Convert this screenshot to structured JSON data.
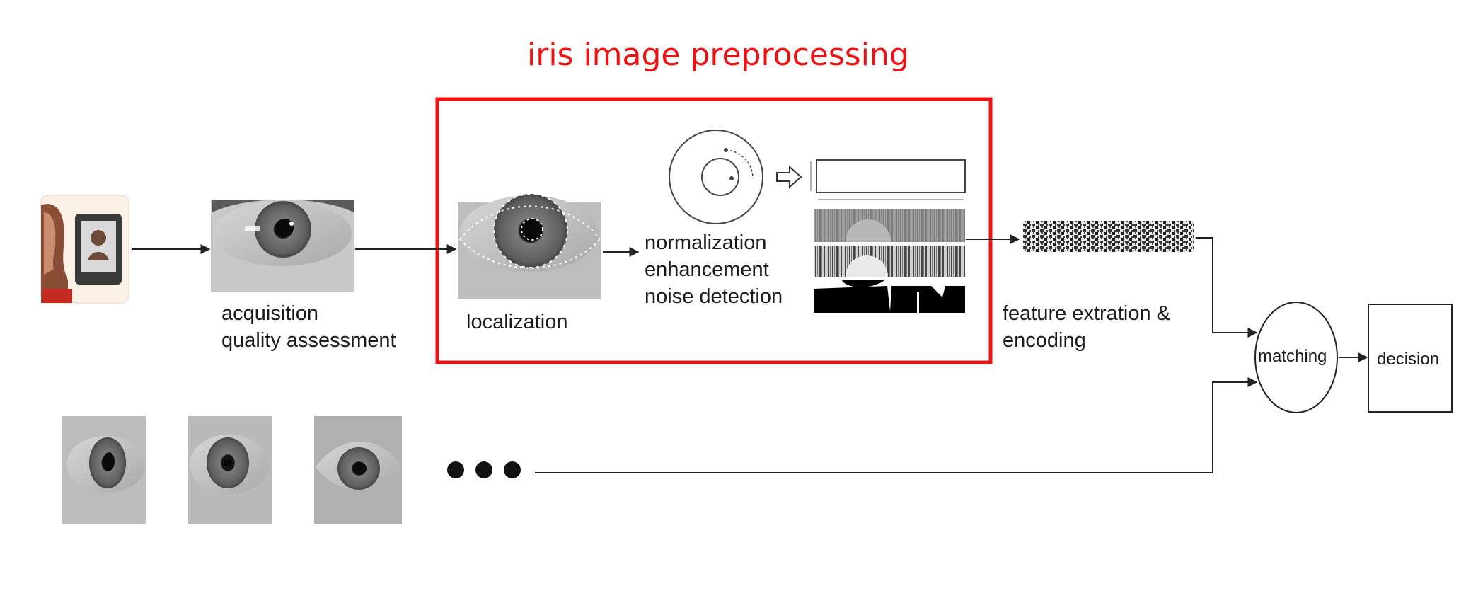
{
  "title": "iris image preprocessing",
  "steps": {
    "acquisition": [
      "acquisition",
      "quality assessment"
    ],
    "localization": "localization",
    "normalization": [
      "normalization",
      "enhancement",
      "noise detection"
    ],
    "feature": [
      "feature extration &",
      "encoding"
    ]
  },
  "nodes": {
    "matching": "matching",
    "decision": "decision"
  },
  "colors": {
    "highlight": "#ee1111",
    "line": "#222222"
  }
}
